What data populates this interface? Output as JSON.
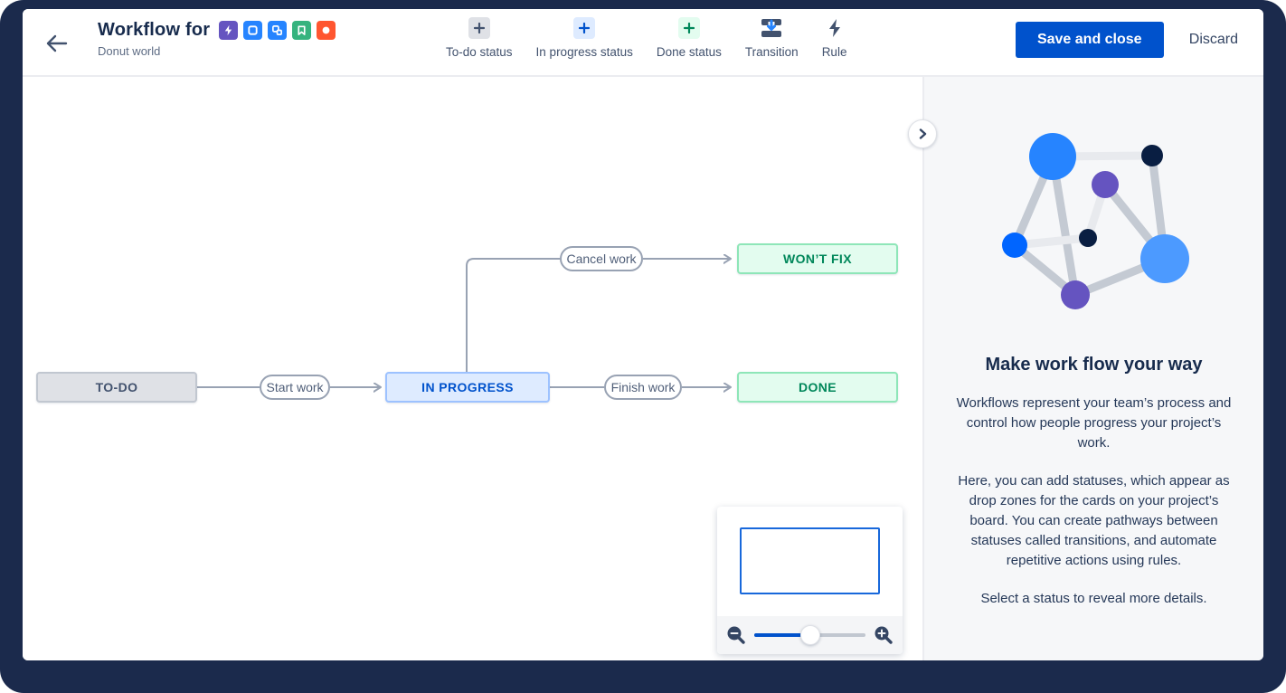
{
  "header": {
    "title": "Workflow for",
    "subtitle": "Donut world",
    "project_icons": [
      "epic-icon",
      "task-icon",
      "subtask-icon",
      "story-icon",
      "bug-icon"
    ],
    "toolbar": [
      {
        "label": "To-do status",
        "icon": "plus-icon-gray"
      },
      {
        "label": "In progress status",
        "icon": "plus-icon-blue"
      },
      {
        "label": "Done status",
        "icon": "plus-icon-green"
      },
      {
        "label": "Transition",
        "icon": "transition-icon"
      },
      {
        "label": "Rule",
        "icon": "lightning-icon"
      }
    ],
    "save_label": "Save and close",
    "discard_label": "Discard"
  },
  "workflow": {
    "statuses": [
      {
        "label": "TO-DO",
        "category": "todo"
      },
      {
        "label": "IN PROGRESS",
        "category": "inprogress"
      },
      {
        "label": "DONE",
        "category": "done"
      },
      {
        "label": "WON’T FIX",
        "category": "done"
      }
    ],
    "transitions": [
      {
        "label": "Start work",
        "from": "TO-DO",
        "to": "IN PROGRESS"
      },
      {
        "label": "Finish work",
        "from": "IN PROGRESS",
        "to": "DONE"
      },
      {
        "label": "Cancel work",
        "from": "IN PROGRESS",
        "to": "WON’T FIX"
      }
    ]
  },
  "panel": {
    "heading": "Make work flow your way",
    "paragraphs": [
      "Workflows represent your team’s process and control how people progress your project’s work.",
      "Here, you can add statuses, which appear as drop zones for the cards on your project’s board. You can create pathways between statuses called transitions, and automate repetitive actions using rules.",
      "Select a status to reveal more details."
    ]
  },
  "colors": {
    "accent_blue": "#0052cc",
    "todo_gray": "#dfe1e6",
    "inprogress_blue": "#deebff",
    "done_green": "#e3fcef",
    "done_text": "#00875a",
    "connector_gray": "#98a2b3",
    "heading_navy": "#172b4d",
    "backdrop_navy": "#1b2a4c"
  }
}
